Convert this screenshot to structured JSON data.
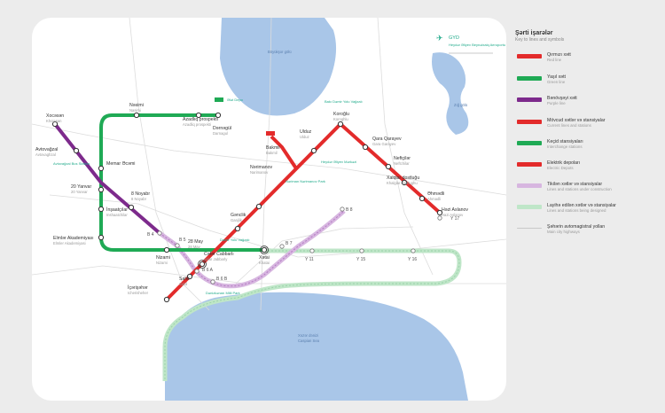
{
  "legend": {
    "title": "Şərti işarələr",
    "subtitle": "Key to lines and symbols",
    "items": [
      {
        "label": "Qırmızı xətt",
        "sub": "Red line",
        "color": "#e32b2b",
        "icon": "red-line-swatch"
      },
      {
        "label": "Yaşıl xətt",
        "sub": "Green line",
        "color": "#1faa55",
        "icon": "green-line-swatch"
      },
      {
        "label": "Bənövşəyi xətt",
        "sub": "Purple line",
        "color": "#7d2a8c",
        "icon": "purple-line-swatch"
      },
      {
        "label": "Mövcud xətlər və stansiyalar",
        "sub": "Current lines and stations",
        "color": "#e32b2b",
        "icon": "current-station-swatch"
      },
      {
        "label": "Keçid stansiyaları",
        "sub": "Interchange stations",
        "color": "#1faa55",
        "icon": "interchange-swatch"
      },
      {
        "label": "Elektrik depoları",
        "sub": "Electric Depots",
        "color": "#e32b2b",
        "icon": "depot-swatch"
      },
      {
        "label": "Tikilən xətlər və stansiyalar",
        "sub": "Lines and stations under construction",
        "color": "#d7b6e0",
        "icon": "construction-swatch"
      },
      {
        "label": "Layihə edilən xətlər və stansiyalar",
        "sub": "Lines and stations being designed",
        "color": "#bfe6c8",
        "icon": "designed-swatch"
      },
      {
        "label": "Şəhərin avtomagistral yolları",
        "sub": "Main city highways",
        "color": "#c8c8c8",
        "icon": "highway-swatch"
      }
    ]
  },
  "map": {
    "colors": {
      "red": "#e32b2b",
      "green": "#1faa55",
      "purple": "#7d2a8c",
      "water": "#a9c6e8",
      "purple_planned": "#c79ad4",
      "green_planned": "#bfe6c8",
      "road": "#dcdcdc"
    },
    "airport": {
      "icon": "airplane-icon",
      "label": "GYD",
      "caption": "Heydər Əliyev Beynəlxalq Aeroportu"
    },
    "stations": {
      "xocasan": {
        "az": "Xocəsən",
        "en": "Khojasan"
      },
      "avtovagzal": {
        "az": "Avtovağzal",
        "en": "Avtovaghzal"
      },
      "avtovagzal_note": "Avtovağzal Bus Station",
      "memar_ecemi": {
        "az": "Memar Əcəmi",
        "en": "Memar Ajami"
      },
      "20_yanvar": {
        "az": "20 Yanvar",
        "en": "20 Yanvar"
      },
      "insaatcilar": {
        "az": "İnşaatçılar",
        "en": "Inshaatchilar"
      },
      "elmler": {
        "az": "Elmlər Akademiyası",
        "en": "Elmler Akademiyasi"
      },
      "8_noyabr": {
        "az": "8 Noyabr",
        "en": "8 Noyabr"
      },
      "nasimi": {
        "az": "Nəsimi",
        "en": "Nasimi"
      },
      "azadliq": {
        "az": "Azadlıq prospekti",
        "en": "Azadliq prospekti"
      },
      "darnagul": {
        "az": "Dərnəgül",
        "en": "Darnagul"
      },
      "nizami": {
        "az": "Nizami",
        "en": "Nizami"
      },
      "28_may": {
        "az": "28 May",
        "en": "28 May"
      },
      "sahil": {
        "az": "Sahil",
        "en": "Sahil"
      },
      "icherisheher": {
        "az": "İçərişəhər",
        "en": "Icherisheher"
      },
      "sefer": {
        "az": "Cəfər Cabbarlı",
        "en": "Jafar Jabbarly"
      },
      "xetai": {
        "az": "Xətai",
        "en": "Khatai"
      },
      "genclik": {
        "az": "Gənclik",
        "en": "Ganjlik"
      },
      "nariman": {
        "az": "Nərimanov",
        "en": "Narimanov"
      },
      "nariman_note": "Nəriman Nərimanov Park",
      "bakmil": {
        "az": "Bakmil",
        "en": "Bakmil"
      },
      "ulduz": {
        "az": "Ulduz",
        "en": "Ulduz"
      },
      "koroglu": {
        "az": "Koroğlu",
        "en": "Koroghlu"
      },
      "qara": {
        "az": "Qara Qarayev",
        "en": "Gara Garayev"
      },
      "neftchiler": {
        "az": "Neftçilər",
        "en": "Neftchilar"
      },
      "xalqlar": {
        "az": "Xalqlar dostluğu",
        "en": "Khalglar dostlughu"
      },
      "ahmadli": {
        "az": "Əhmədli",
        "en": "Ahmadli"
      },
      "hazi": {
        "az": "Həzi Aslanov",
        "en": "Hazi Aslanov"
      }
    },
    "codes": {
      "b4": "B 4",
      "b5": "B 5",
      "b6a": "B 6 A",
      "b6b": "B 6 B",
      "b7": "B 7",
      "b8": "B 8",
      "y11": "Y 11",
      "y15": "Y 15",
      "y16": "Y 16",
      "y17": "Y 17"
    },
    "water_labels": {
      "north": "Böyükşor gölü",
      "south": "Xəzər dənizi",
      "south_en": "Caspian Sea",
      "east": "Zığ gölü"
    },
    "notes": {
      "depot_north": "Ələt Depo",
      "station_north": "Bakı Dəmir Yolu Vağzalı",
      "station_mid": "Heydər Əliyev Mərkəzi",
      "station_28may": "Dəmir Yolu Vağzalı",
      "dali": "Dənizkənarı Milli Park"
    }
  }
}
